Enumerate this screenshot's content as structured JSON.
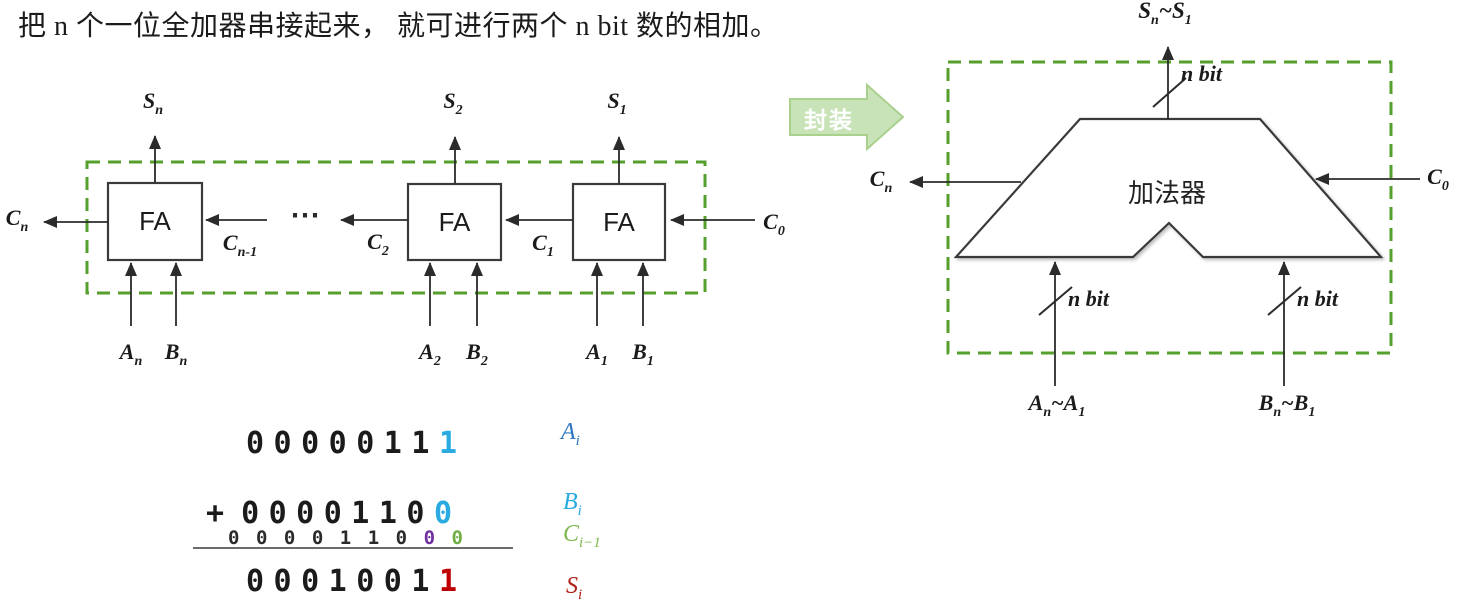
{
  "title": "把 n 个一位全加器串接起来， 就可进行两个 n bit 数的相加。",
  "colors": {
    "dashed_border_green": "#55A02C",
    "encapsulate_fill": "#C9E3B9",
    "encapsulate_border": "#A9D18D",
    "line_color": "#2B2B2B",
    "digit_blue": "#29ABE2",
    "digit_red": "#C00000",
    "digit_purple": "#7030A0",
    "digit_green": "#6FAE44",
    "label_a_blue": "#2E78C2",
    "label_c_green": "#7CB94E",
    "label_s_red": "#B02318"
  },
  "left_diagram": {
    "fa_label": "FA",
    "dots": "⋯",
    "outputs": [
      {
        "main": "S",
        "sub": "n"
      },
      {
        "main": "S",
        "sub": "2"
      },
      {
        "main": "S",
        "sub": "1"
      }
    ],
    "carry_out": {
      "main": "C",
      "sub": "n"
    },
    "carries": [
      {
        "main": "C",
        "sub": "n-1"
      },
      {
        "main": "C",
        "sub": "2"
      },
      {
        "main": "C",
        "sub": "1"
      }
    ],
    "carry_in": {
      "main": "C",
      "sub": "0"
    },
    "inputs": [
      {
        "main": "A",
        "sub": "n"
      },
      {
        "main": "B",
        "sub": "n"
      },
      {
        "main": "A",
        "sub": "2"
      },
      {
        "main": "B",
        "sub": "2"
      },
      {
        "main": "A",
        "sub": "1"
      },
      {
        "main": "B",
        "sub": "1"
      }
    ]
  },
  "encapsulate_arrow": {
    "label": "封装"
  },
  "right_diagram": {
    "adder_label": "加法器",
    "n_bit": "n bit",
    "sum_bus": {
      "p1": {
        "main": "S",
        "sub": "n"
      },
      "sep": "~",
      "p2": {
        "main": "S",
        "sub": "1"
      }
    },
    "carry_out": {
      "main": "C",
      "sub": "n"
    },
    "carry_in": {
      "main": "C",
      "sub": "0"
    },
    "input_a": {
      "p1": {
        "main": "A",
        "sub": "n"
      },
      "sep": "~",
      "p2": {
        "main": "A",
        "sub": "1"
      }
    },
    "input_b": {
      "p1": {
        "main": "B",
        "sub": "n"
      },
      "sep": "~",
      "p2": {
        "main": "B",
        "sub": "1"
      }
    }
  },
  "binary_addition": {
    "row_a": {
      "black": "0000011",
      "colored": "1"
    },
    "row_b": {
      "prefix": "+",
      "black": "0000110",
      "colored": "0"
    },
    "row_carry": {
      "black": "0000110",
      "purple": "0",
      "green": "0"
    },
    "row_sum": {
      "black": "0001001",
      "colored": "1"
    },
    "labels": {
      "a": {
        "main": "A",
        "sub": "i"
      },
      "b": {
        "main": "B",
        "sub": "i"
      },
      "c": {
        "main": "C",
        "sub": "i−1"
      },
      "s": {
        "main": "S",
        "sub": "i"
      }
    }
  }
}
